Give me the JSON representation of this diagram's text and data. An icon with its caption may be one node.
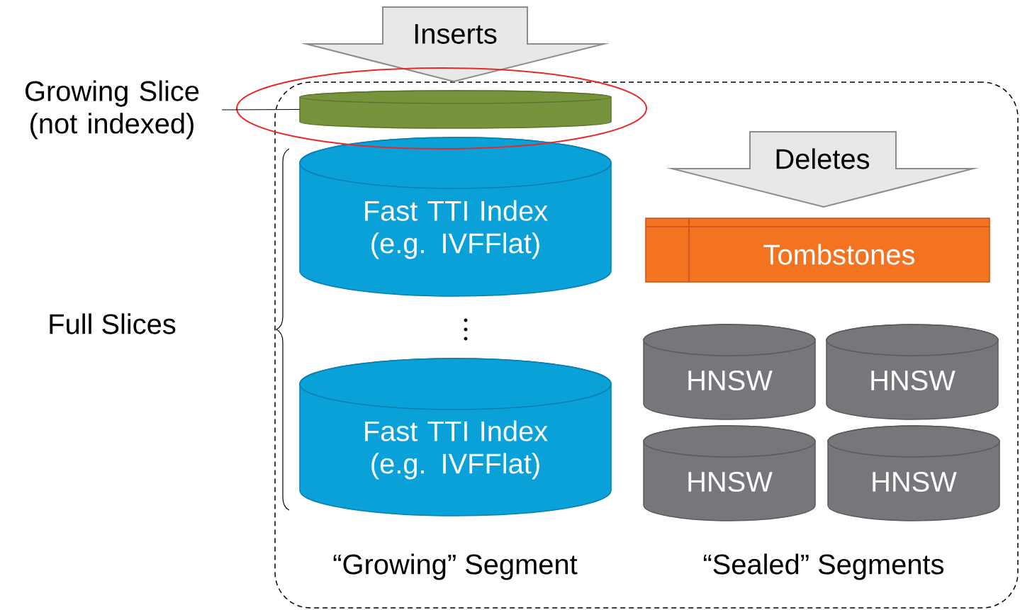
{
  "diagram": {
    "nodes": [
      {
        "text": [
          "“Growing” Segment",
          "“Sealed” Segments"
        ]
      },
      {
        "text": [
          "Inserts"
        ]
      },
      {
        "text": [],
        "shape": "cylinder",
        "in": 0
      },
      {
        "text": [
          "Growing Slice (not indexed)"
        ]
      },
      {
        "text": [
          "Fast TTI Index (e.g. IVFFlat)"
        ],
        "in": 0
      },
      {
        "text": [
          "Fast TTI Index (e.g. IVFFlat)"
        ],
        "in": 0
      },
      {
        "text": [
          "Deletes"
        ],
        "in": 0
      },
      {
        "text": [
          "Tombstones"
        ],
        "in": 0
      },
      {
        "text": [
          "HNSW"
        ],
        "in": 0
      },
      {
        "text": [
          "HNSW"
        ],
        "in": 0
      },
      {
        "text": [
          "HNSW"
        ],
        "in": 0
      },
      {
        "text": [
          "HNSW"
        ],
        "in": 0
      }
    ],
    "edges": [
      {
        "from": 3,
        "to": 2,
        "arrow": "none"
      }
    ],
    "labels": [
      "Full Slices"
    ]
  }
}
